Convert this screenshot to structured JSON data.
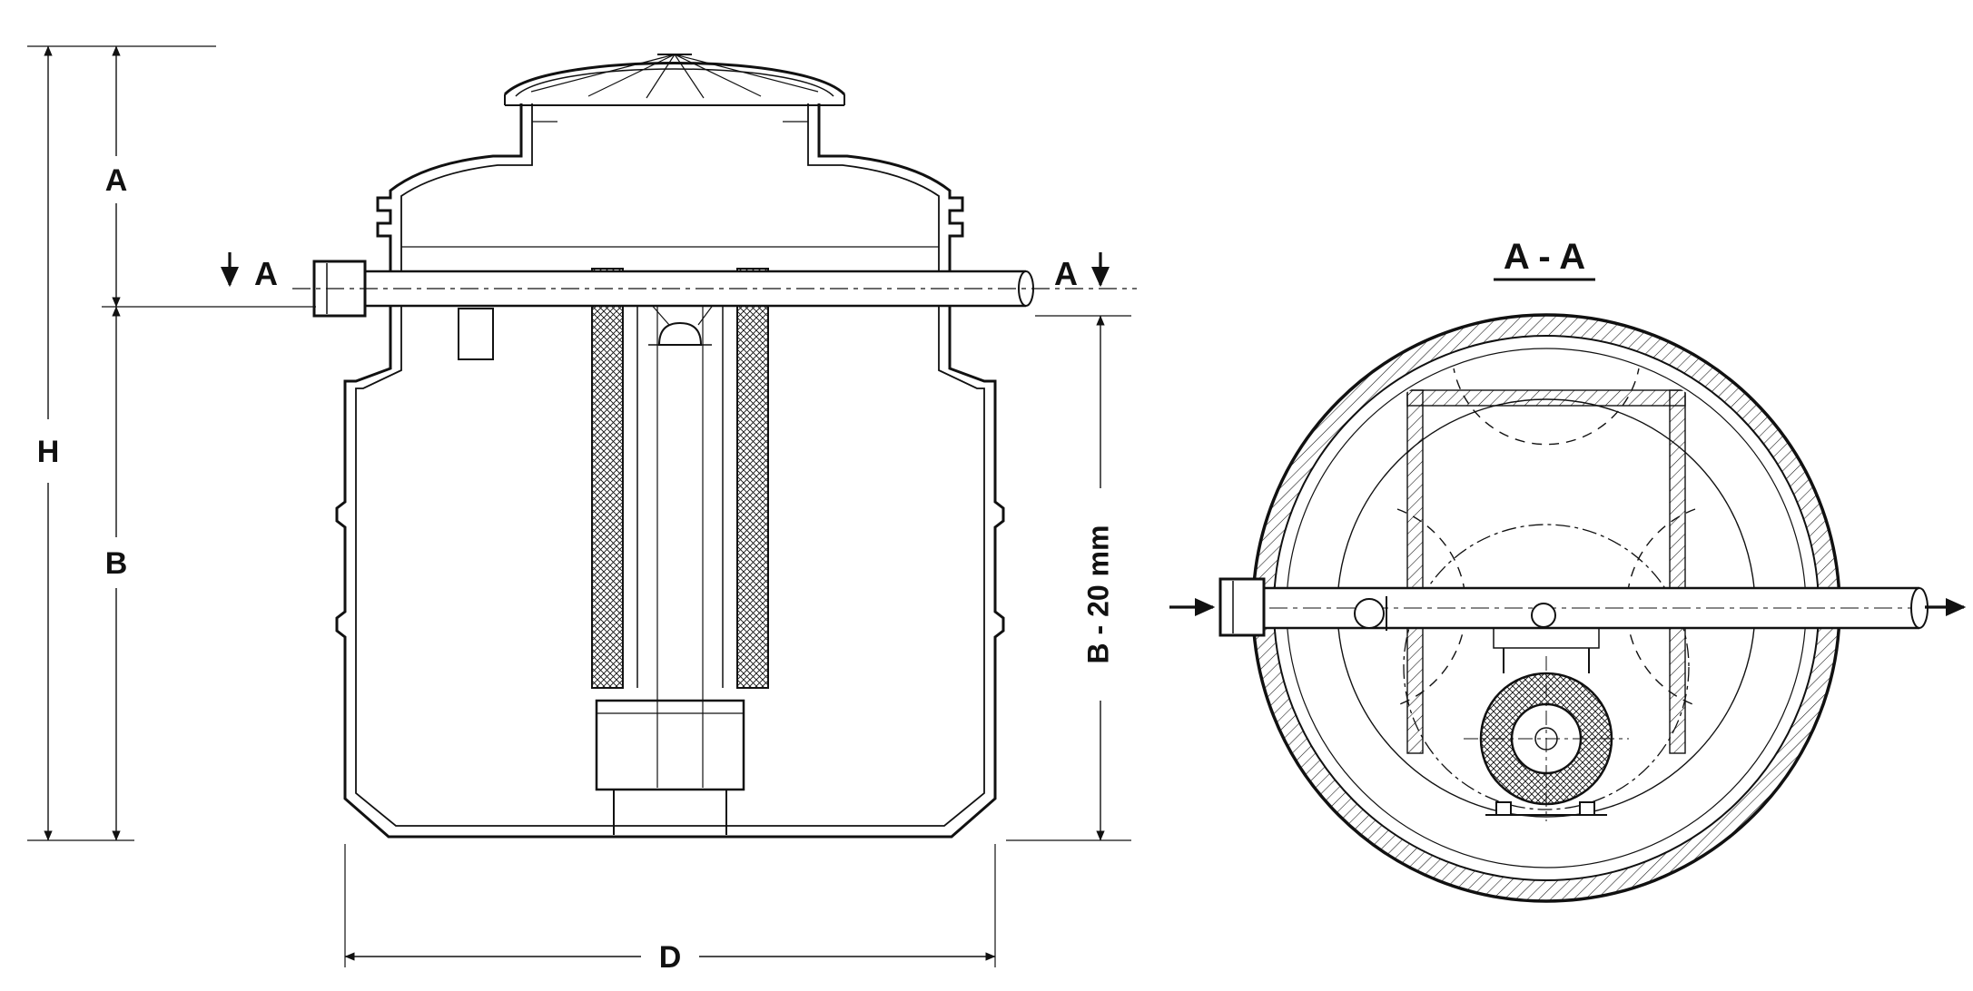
{
  "labels": {
    "dim_a": "A",
    "dim_h": "H",
    "dim_b": "B",
    "dim_d": "D",
    "dim_b20": "B - 20 mm",
    "section_marker_left": "A",
    "section_marker_right": "A",
    "section_title": "A - A"
  },
  "colors": {
    "line": "#111111",
    "background": "#ffffff"
  }
}
